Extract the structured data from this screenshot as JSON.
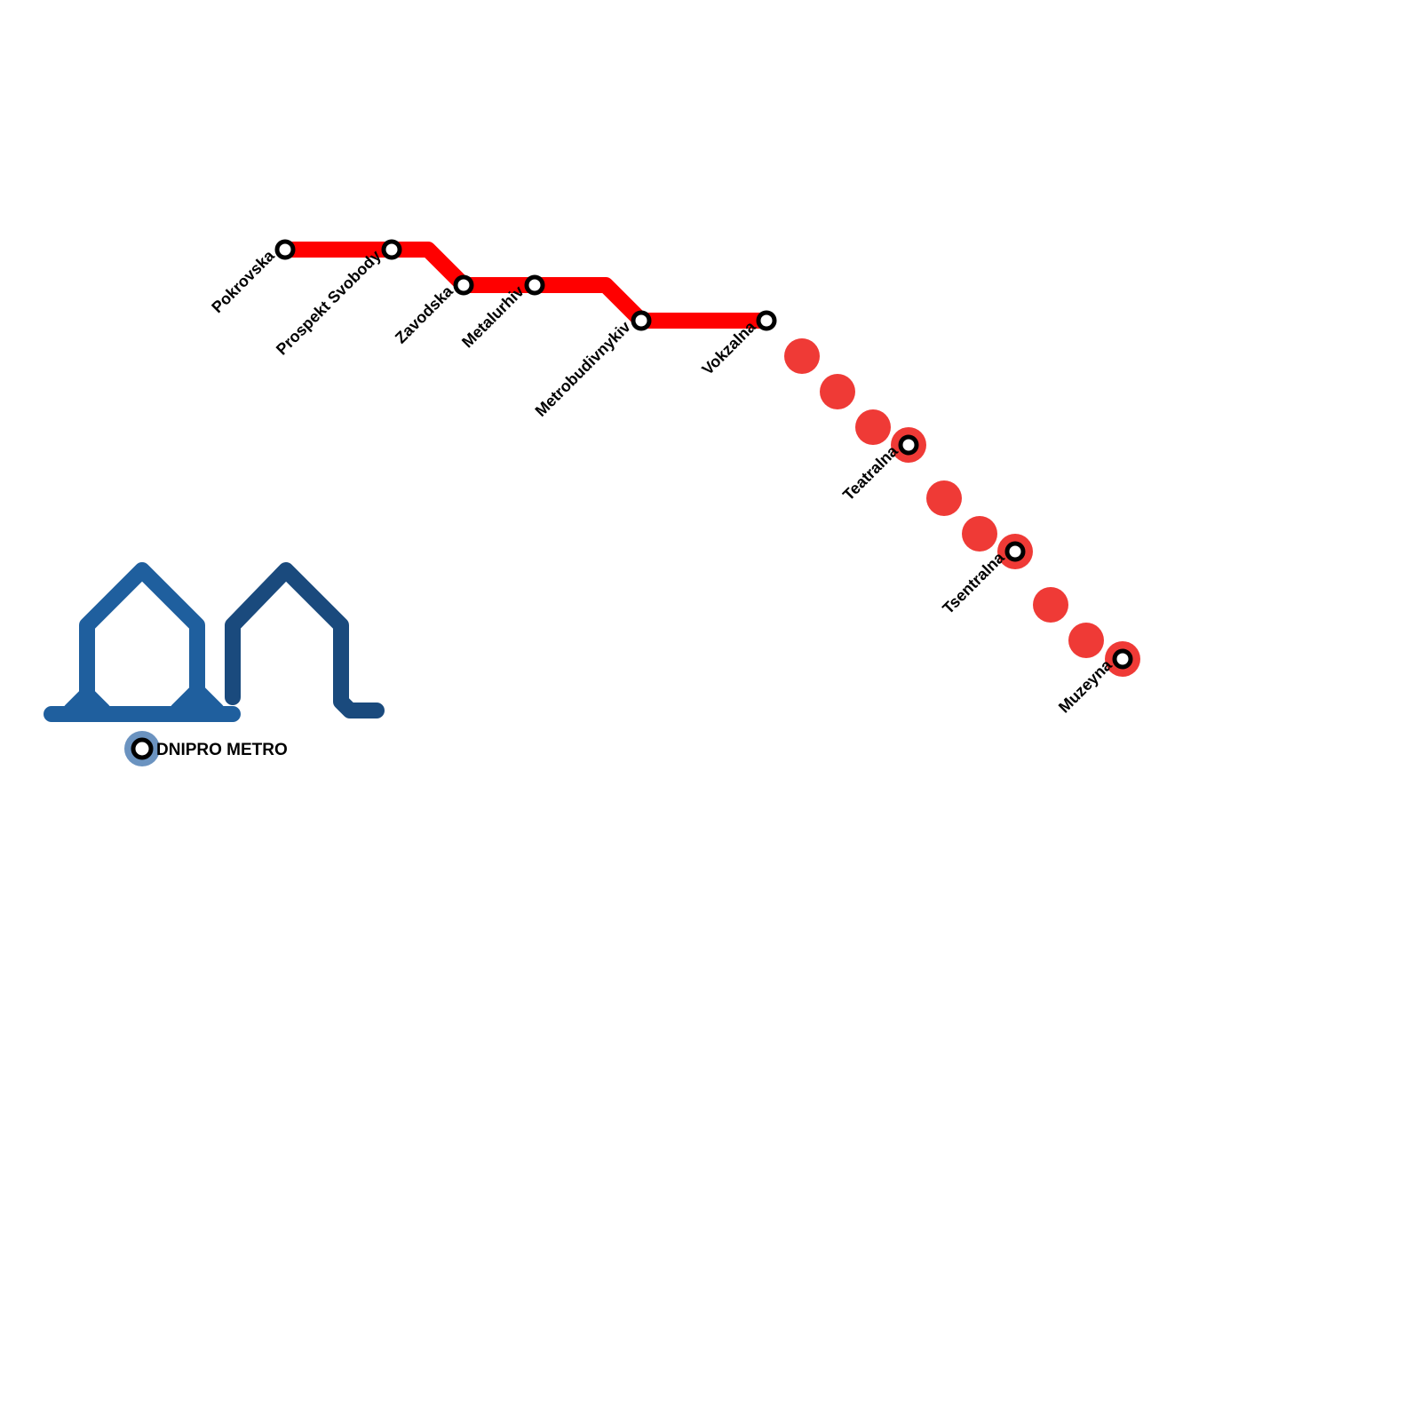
{
  "map_title": "DNIPRO METRO",
  "colors": {
    "line": "#ff0000",
    "planned_dot": "#ef3a36",
    "logo_left": "#1f5f9e",
    "logo_right": "#1a4a7d",
    "logo_station_ring": "#6b93c0",
    "station_outline": "#000000",
    "station_fill": "#ffffff"
  },
  "stations": [
    {
      "name": "Pokrovska",
      "status": "open"
    },
    {
      "name": "Prospekt Svobody",
      "status": "open"
    },
    {
      "name": "Zavodska",
      "status": "open"
    },
    {
      "name": "Metalurhiv",
      "status": "open"
    },
    {
      "name": "Metrobudivnykiv",
      "status": "open"
    },
    {
      "name": "Vokzalna",
      "status": "open"
    },
    {
      "name": "Teatralna",
      "status": "planned"
    },
    {
      "name": "Tsentralna",
      "status": "planned"
    },
    {
      "name": "Muzeyna",
      "status": "planned"
    }
  ],
  "icons": {
    "logo": "dnipro-metro-logo-icon",
    "station": "station-marker-icon",
    "planned_segment": "planned-segment-dot-icon"
  }
}
